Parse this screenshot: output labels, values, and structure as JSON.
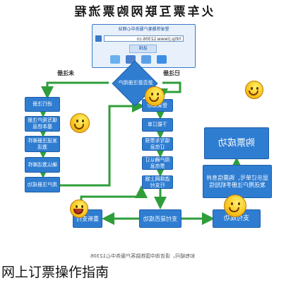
{
  "title": "火车票互联网购票流程",
  "browser": {
    "caption": "登录铁路客户服务中心网站",
    "url": "http://www.12306.cn",
    "select_label": "选择"
  },
  "decision": "是否是注册用户",
  "branches": {
    "registered": "已注册",
    "unregistered": "未注册"
  },
  "left_column": [
    "登录成功",
    "下载订单",
    "填写车票预订信息",
    "用户确认订票信息",
    "选择网上银行支付"
  ],
  "right_column": [
    "进行注册",
    "填写用户注册基本信息",
    "发送注册邮件激活",
    "确认激活邮件",
    "用户注册成功"
  ],
  "far_left": {
    "success": "购票成功",
    "info": "显示订单号、购票信息并发送用户注册手机短信"
  },
  "bottom_row": {
    "pay_success": "支付成功",
    "pay_question": "支付是否成功",
    "repay": "重新支付"
  },
  "bottom_note": "如有疑问，请咨询中国铁路客户服务中心12306",
  "caption": "网上订票操作指南",
  "colors": {
    "box": "#2f7dd1",
    "arrow": "#2f9e3a",
    "accent": "#f7c21b"
  }
}
